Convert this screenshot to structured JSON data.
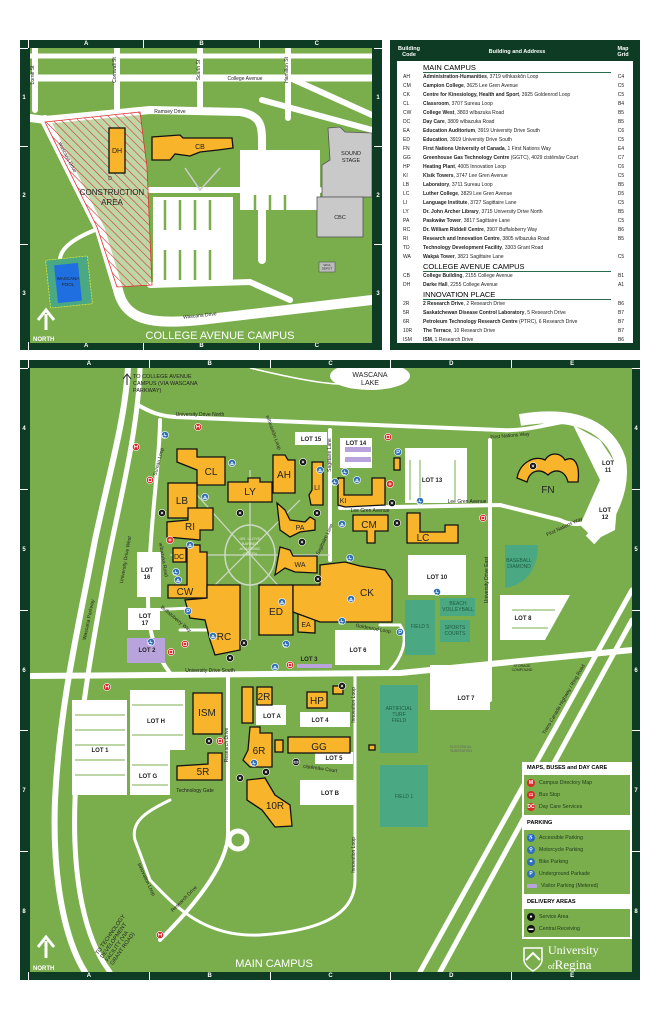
{
  "college_avenue_map": {
    "title": "COLLEGE AVENUE CAMPUS",
    "north_label": "NORTH",
    "grid_cols": [
      "A",
      "B",
      "C"
    ],
    "grid_rows": [
      "1",
      "2",
      "3"
    ],
    "streets": {
      "lorne": "Lorne St",
      "cornwall": "Cornwall St",
      "scarth": "Scarth St",
      "hamilton": "Hamilton St",
      "college_avenue": "College Avenue",
      "ramsey": "Ramsey Drive",
      "wascana_drive": "Wascana Drive",
      "wascana_drive_west": "Wascana Drive"
    },
    "buildings": {
      "cb": "CB",
      "dh": "DH",
      "d": "D",
      "sound_stage": [
        "SOUND",
        "STAGE"
      ],
      "cbc": "CBC",
      "wca_depot": [
        "WCA",
        "DEPOT"
      ]
    },
    "construction": [
      "CONSTRUCTION",
      "AREA"
    ],
    "pool": [
      "WASCANA",
      "POOL"
    ]
  },
  "directory": {
    "headers": {
      "code": "Building Code",
      "name": "Building and Address",
      "grid": "Map Grid"
    },
    "sections": [
      {
        "title": "MAIN CAMPUS",
        "rows": [
          {
            "code": "AH",
            "name": "Administration-Humanities",
            "addr": ", 3719 wîhkaskôn Loop",
            "grid": "C4"
          },
          {
            "code": "CM",
            "name": "Campion College",
            "addr": ", 3625 Lee Gren Avenue",
            "grid": "C5"
          },
          {
            "code": "CK",
            "name": "Centre for Kinesiology, Health and Sport",
            "addr": ", 3925 Goldenrod Loop",
            "grid": "C5"
          },
          {
            "code": "CL",
            "name": "Classroom",
            "addr": ", 3707 Sureau Loop",
            "grid": "B4"
          },
          {
            "code": "CW",
            "name": "College West",
            "addr": ", 3803 wîbazuka Road",
            "grid": "B5"
          },
          {
            "code": "DC",
            "name": "Day Care",
            "addr": ", 3809 wîbazuka Road",
            "grid": "B5"
          },
          {
            "code": "EA",
            "name": "Education Auditorium",
            "addr": ", 3919 University Drive South",
            "grid": "C6"
          },
          {
            "code": "ED",
            "name": "Education",
            "addr": ", 3919 University Drive South",
            "grid": "C5"
          },
          {
            "code": "FN",
            "name": "First Nations University of Canada",
            "addr": ", 1 First Nations Way",
            "grid": "E4"
          },
          {
            "code": "GG",
            "name": "Greenhouse Gas Technology Centre",
            "addr": " (GGTC), 4029 cistêmâw Court",
            "grid": "C7"
          },
          {
            "code": "HP",
            "name": "Heating Plant",
            "addr": ", 4005 Innovation Loop",
            "grid": "C6"
          },
          {
            "code": "KI",
            "name": "Kīsik Towers",
            "addr": ", 3747 Lee Gren Avenue",
            "grid": "C5"
          },
          {
            "code": "LB",
            "name": "Laboratory",
            "addr": ", 3711 Sureau Loop",
            "grid": "B5"
          },
          {
            "code": "LC",
            "name": "Luther College",
            "addr": ", 3829 Lee Gren Avenue",
            "grid": "D5"
          },
          {
            "code": "LI",
            "name": "Language Institute",
            "addr": ", 3727 Sagittaire Lane",
            "grid": "C5"
          },
          {
            "code": "LY",
            "name": "Dr. John Archer Library",
            "addr": ", 3715 University Drive North",
            "grid": "B5"
          },
          {
            "code": "PA",
            "name": "Paskwāw Tower",
            "addr": ", 3817 Sagittaire Lane",
            "grid": "C5"
          },
          {
            "code": "RC",
            "name": "Dr. William Riddell Centre",
            "addr": ", 3907 Buffaloberry Way",
            "grid": "B6"
          },
          {
            "code": "RI",
            "name": "Research and Innovation Centre",
            "addr": ", 3805 wîbazuka Road",
            "grid": "B5"
          },
          {
            "code": "TD",
            "name": "Technology Development Facility",
            "addr": ", 3303 Grant Road",
            "grid": ""
          },
          {
            "code": "WA",
            "name": "Wakpá Tower",
            "addr": ", 3821 Sagittaire Lane",
            "grid": "C5"
          }
        ]
      },
      {
        "title": "COLLEGE AVENUE CAMPUS",
        "rows": [
          {
            "code": "CB",
            "name": "College Building",
            "addr": ", 2155 College Avenue",
            "grid": "B1"
          },
          {
            "code": "DH",
            "name": "Darke Hall",
            "addr": ", 2255 College Avenue",
            "grid": "A1"
          }
        ]
      },
      {
        "title": "INNOVATION PLACE",
        "rows": [
          {
            "code": "2R",
            "name": "2 Research Drive",
            "addr": ", 2 Research Drive",
            "grid": "B6"
          },
          {
            "code": "5R",
            "name": "Saskatchewan Disease Control Laboratory",
            "addr": ", 5 Research Drive",
            "grid": "B7"
          },
          {
            "code": "6R",
            "name": "Petroleum Technology Research Centre",
            "addr": " (PTRC), 6 Research Drive",
            "grid": "B7"
          },
          {
            "code": "10R",
            "name": "The Terrace",
            "addr": ", 10 Research Drive",
            "grid": "B7"
          },
          {
            "code": "ISM",
            "name": "ISM",
            "addr": ", 1 Research Drive",
            "grid": "B6"
          }
        ]
      }
    ]
  },
  "main_map": {
    "title": "MAIN CAMPUS",
    "north_label": "NORTH",
    "grid_cols": [
      "A",
      "B",
      "C",
      "D",
      "E"
    ],
    "grid_rows": [
      "4",
      "5",
      "6",
      "7",
      "8"
    ],
    "to_college": [
      "TO COLLEGE AVENUE",
      "CAMPUS (VIA WASCANA",
      "PARKWAY)"
    ],
    "to_tech": [
      "TO TECHNOLOGY",
      "DEVELOPMENT",
      "FACILITY (VIA",
      "GRANT ROAD)"
    ],
    "lake": [
      "WASCANA",
      "LAKE"
    ],
    "green": [
      "DR. LLOYD",
      "BARBER",
      "ACADEMIC",
      "GREEN"
    ],
    "buildings": {
      "cl": "CL",
      "lb": "LB",
      "ri": "RI",
      "ly": "LY",
      "ah": "AH",
      "li": "LI",
      "pa": "PA",
      "wa": "WA",
      "dc": "DC",
      "cw": "CW",
      "rc": "RC",
      "ed": "ED",
      "ea": "EA",
      "ck": "CK",
      "ki": "KI",
      "cm": "CM",
      "lc": "LC",
      "fn": "FN",
      "ism": "ISM",
      "r2": "2R",
      "hp": "HP",
      "r6": "6R",
      "gg": "GG",
      "r5": "5R",
      "r10": "10R"
    },
    "lots": {
      "l15": "LOT 15",
      "l14": "LOT 14",
      "l13": "LOT 13",
      "l16": [
        "LOT",
        "16"
      ],
      "l17": [
        "LOT",
        "17"
      ],
      "l2": "LOT 2",
      "l3": "LOT 3",
      "l6": "LOT 6",
      "l10": "LOT 10",
      "l8": "LOT 8",
      "l11": [
        "LOT",
        "11"
      ],
      "l12": [
        "LOT",
        "12"
      ],
      "l7": "LOT 7",
      "la": "LOT A",
      "l4": "LOT 4",
      "l5": "LOT 5",
      "lb": "LOT B",
      "lh": "LOT H",
      "l1": "LOT 1",
      "lg": "LOT G"
    },
    "fields": {
      "turf": [
        "ARTIFICIAL",
        "TURF",
        "FIELD"
      ],
      "f1": "FIELD 1",
      "f5": "FIELD 5",
      "volley": [
        "BEACH",
        "VOLLEYBALL"
      ],
      "courts": [
        "SPORTS",
        "COURTS"
      ],
      "baseball": [
        "BASEBALL",
        "DIAMOND"
      ]
    },
    "facilities": {
      "storage": [
        "STORAGE",
        "COMPOUND"
      ],
      "substation": [
        "ELECTRICAL",
        "SUBSTATION"
      ]
    },
    "streets": {
      "udn": "University Drive North",
      "uds": "University Drive South",
      "parkway": "Wascana Parkway",
      "udw": "University Drive West",
      "ude": "University Drive East",
      "sureau": "Sureau Loop",
      "buffalo": "Buffaloberry Way",
      "wibazuka": "wîbazuka Road",
      "sagittaire": "Sagittaire Lane",
      "sagittaire2": "Sagittaire Lane",
      "leegren": "Lee Gren Avenue",
      "leegren2": "Lee Gren Avenue",
      "fnw": "First Nations Way",
      "fnw2": "First Nations Way",
      "goldenrod": "Goldenrod Loop",
      "research": "Research Drive",
      "research2": "Research Drive",
      "innov": "Innovation Loop",
      "innov2": "Innovation Loop",
      "innov3": "Innovation Loop",
      "techgate": "Technology Gate",
      "cistemaw": "cistêmâw Court",
      "ring": "Trans Canada Highway / Ring Road",
      "loop": "wîhkaskôn Loop"
    }
  },
  "legend": {
    "maps_title": "MAPS, BUSES and DAY CARE",
    "maps_items": [
      {
        "label": "Campus Directory Map",
        "glyph": "M",
        "color": "#d92b2b"
      },
      {
        "label": "Bus Stop",
        "glyph": "▭",
        "color": "#d92b2b"
      },
      {
        "label": "Day Care Services",
        "glyph": "DC",
        "color": "#d92b2b"
      }
    ],
    "parking_title": "PARKING",
    "parking_items": [
      {
        "label": "Accessible Parking",
        "glyph": "♿",
        "color": "#2f6fb6"
      },
      {
        "label": "Motorcycle Parking",
        "glyph": "⚲",
        "color": "#2f6fb6"
      },
      {
        "label": "Bike Parking",
        "glyph": "⚭",
        "color": "#2f6fb6"
      },
      {
        "label": "Underground Parkade",
        "glyph": "P",
        "color": "#2f6fb6"
      },
      {
        "label": "Visitor Parking (Metered)",
        "glyph": "",
        "color": "#b9a3dc"
      }
    ],
    "delivery_title": "DELIVERY AREAS",
    "delivery_items": [
      {
        "label": "Service Area",
        "glyph": "●",
        "color": "#111"
      },
      {
        "label": "Central Receiving",
        "glyph": "▬",
        "color": "#111"
      }
    ],
    "logo": [
      "University",
      "of",
      "Regina"
    ]
  }
}
